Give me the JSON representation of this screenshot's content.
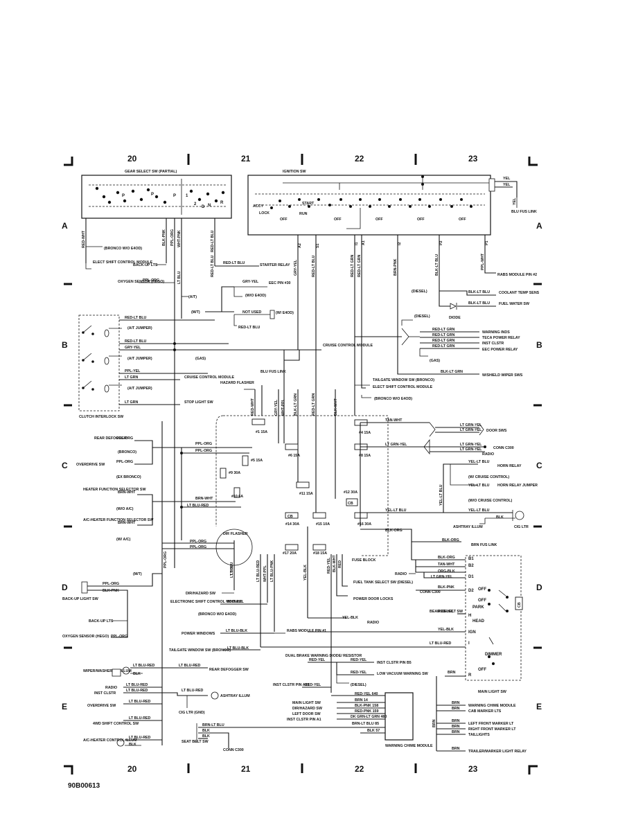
{
  "grid": {
    "columns_top": [
      "20",
      "21",
      "22",
      "23"
    ],
    "columns_bottom": [
      "20",
      "21",
      "22",
      "23"
    ],
    "rows_left": [
      "A",
      "B",
      "C",
      "D",
      "E"
    ],
    "rows_right": [
      "A",
      "B",
      "C",
      "D",
      "E"
    ]
  },
  "diagram_id": "90B00613",
  "gear_select": {
    "title": "GEAR SELECT SW (PARTIAL)",
    "positions": [
      "P",
      "P",
      "P",
      "1",
      "2",
      "D",
      "N",
      "R"
    ]
  },
  "ignition": {
    "title": "IGNITION SW",
    "positions": [
      "ACCY",
      "LOCK",
      "START",
      "OFF",
      "RUN",
      "OFF",
      "OFF",
      "OFF",
      "OFF"
    ],
    "pins": [
      "A2",
      "S1",
      "I1",
      "A1",
      "I2",
      "P2",
      "P1"
    ],
    "right_wires": [
      "YEL",
      "YEL",
      "YEL"
    ],
    "blu_fus_link": "BLU FUS LINK"
  },
  "left_labels": [
    "RED-WHT",
    "BLK-PNK",
    "PPL-ORG",
    "WHT-PNK",
    "RED-LT BLU",
    "(BRONCO W/O E4OD)",
    "ELECT SHIFT CONTROL MODULE",
    "BACK-UP LTS",
    "RED-LT BLU",
    "STARTER RELAY",
    "OXYGEN SENSOR (HEGO)",
    "PPL-ORG",
    "LT BLU",
    "(A/T)",
    "(M/T)",
    "GRY-YEL",
    "EEC PIN #30",
    "(W/O E4OD)",
    "NOT USED",
    "(W/ E4OD)",
    "RED-LT BLU"
  ],
  "clutch": {
    "title": "CLUTCH INTERLOCK SW",
    "labels": [
      "RED-LT BLU",
      "(A/T JUMPER)",
      "RED-LT BLU",
      "GRY-YEL",
      "(A/T JUMPER)",
      "(GAS)",
      "PPL-YEL",
      "LT GRN",
      "CRUISE CONTROL MODULE",
      "(A/T JUMPER)",
      "LT GRN",
      "STOP LIGHT SW"
    ]
  },
  "center_top": [
    "GRY-YEL",
    "RED-LT BLU",
    "RED-LT GRN",
    "RED-LT GRN",
    "BRN-PNK",
    "BLK-LT BLU",
    "PPL-WHT",
    "RABS MODULE PIN #2",
    "(DIESEL)",
    "BLK-LT BLU",
    "COOLANT TEMP SENS",
    "BLK-LT BLU",
    "FUEL WATER SW",
    "DIODE",
    "(DIESEL)",
    "RED-LT GRN",
    "WARNING INDS",
    "RED-LT GRN",
    "TECA POWER RELAY",
    "RED-LT GRN",
    "INST CLSTR",
    "RED-LT GRN",
    "EEC POWER RELAY",
    "(GAS)",
    "BLK-LT GRN",
    "W/SHIELD WIPER SWS",
    "CRUISE CONTROL MODULE",
    "BLU FUS LINK",
    "HAZARD FLASHER",
    "TAILGATE WINDOW SW (BRONCO)",
    "ELECT SHIFT CONTROL MODULE",
    "(BRONCO W/O E4OD)"
  ],
  "fuse_block": {
    "title": "FUSE BLOCK",
    "fuses": [
      "#1 15A",
      "#4 15A",
      "#6 15A",
      "#8 15A",
      "#5 15A",
      "#9 30A",
      "#10 6A",
      "#11 15A",
      "#12 30A",
      "#14 30A",
      "#15 10A",
      "#16 30A",
      "#17 20A",
      "#18 15A"
    ],
    "cb": [
      "CB",
      "CB",
      "CB"
    ],
    "wires": [
      "RED-WHT",
      "GRY-YEL",
      "WHT-PPL",
      "BLK-LT GRN",
      "RED-LT GRN",
      "BLK-WHT",
      "TAN-WHT",
      "LT GRN-YEL",
      "YEL-LT BLU",
      "BLK-ORG",
      "LT BLU",
      "LT BLU-RED",
      "WHT-PPL",
      "LT BLU-PNK",
      "YEL-BLK",
      "RED-YEL",
      "BLK-WHT",
      "RED"
    ]
  },
  "right_side": [
    "LT GRN-YEL",
    "LT GRN-YEL",
    "DOOR SWS",
    "LT GRN-YEL",
    "CONN C300",
    "LT GRN-YEL",
    "RADIO",
    "YEL-LT BLU",
    "HORN RELAY",
    "(W/ CRUISE CONTROL)",
    "YEL-LT BLU",
    "HORN RELAY JUMPER",
    "(W/O CRUISE CONTROL)",
    "YEL-LT BLU",
    "YEL-LT BLU",
    "BLK",
    "CIG LTR",
    "ASHTRAY ILLUM",
    "BLK-ORG",
    "BLK-ORG",
    "BRN FUS LINK"
  ],
  "left_middle": [
    "REAR DEFOGGER",
    "PPL-ORG",
    "(BRONCO)",
    "OVERDRIVE SW",
    "PPL-ORG",
    "(EX BRONCO)",
    "HEATER FUNCTION SELECTOR SW",
    "BRN-WHT",
    "(W/O A/C)",
    "A/C-HEATER FUNCTION SELECTOR SW",
    "BRN-WHT",
    "(W/ A/C)",
    "PPL-ORG",
    "PPL-ORG",
    "BRN-WHT",
    "LT BLU-RED",
    "PPL-ORG",
    "PPL-ORG",
    "PPL-ORG",
    "DIR FLASHER",
    "DIR/HAZARD SW",
    "LT BLU"
  ],
  "lower_left": [
    "(M/T)",
    "PPL-ORG",
    "BLK-PNK",
    "BACK-UP LIGHT SW",
    "BACK-UP LTS",
    "OXYGEN SENSOR (HEGO)",
    "PPL-ORG",
    "ELECTRONIC SHIFT CONTROL MODULE",
    "WHT-PPL",
    "(BRONCO W/O E4OD)",
    "POWER WINDOWS",
    "LT BLU-BLK",
    "RABS MODULE PIN #1",
    "TAILGATE WINDOW SW (BRONCO)",
    "LT BLU-BLK",
    "FUEL TANK SELECT SW (DIESEL)",
    "POWER DOOR LOCKS",
    "YEL-BLK",
    "RADIO"
  ],
  "headlamp": {
    "title": "MAIN LIGHT SW",
    "labels": [
      "B1",
      "B2",
      "D1",
      "D2",
      "OFF",
      "OFF",
      "PARK",
      "H",
      "HEAD",
      "IGN",
      "I",
      "DIMMER",
      "OFF",
      "R",
      "BLK-ORG",
      "TAN-WHT",
      "ORG-BLK",
      "LT GRN-YEL",
      "BLK-PNK",
      "RED-YEL",
      "YEL-BLK",
      "LT BLU-RED",
      "BRN",
      "CONN C300",
      "RADIO",
      "BEAM SELECT SW",
      "CB"
    ]
  },
  "bottom": [
    "DUAL BRAKE WARNING DIODE/ RESISTOR",
    "RED-YEL",
    "RED-YEL",
    "INST CLSTR PIN B5",
    "RED-YEL",
    "LOW VACUUM WARNING SW",
    "(DIESEL)",
    "INST CLSTR PIN A13",
    "RED-YEL",
    "WIPER/WASHER SW ILLUM",
    "LT BLU-RED",
    "BLK",
    "LT BLU-RED",
    "REAR DEFOGGER SW",
    "RADIO",
    "LT BLU-RED",
    "INST CLSTR",
    "LT BLU-RED",
    "OVERDRIVE SW",
    "LT BLU-RED",
    "LT BLU-RED",
    "ASHTRAY ILLUM",
    "CIG LTR (GND)",
    "4WD SHIFT CONTROL SW",
    "LT BLU-RED",
    "BRN-LT BLU",
    "BLK",
    "BLK",
    "A/C-HEATER CONTROL ILLUM",
    "LT BLU-RED",
    "BLK",
    "SEAT BELT SW",
    "CONN C300"
  ],
  "chime": {
    "title": "WARNING CHIME MODULE",
    "rows": [
      {
        "label": "",
        "wire": "RED-YEL 640"
      },
      {
        "label": "MAIN LIGHT SW",
        "wire": "BRN 14"
      },
      {
        "label": "DIR/HAZARD SW",
        "wire": "BLK-PNK 158"
      },
      {
        "label": "LEFT DOOR SW",
        "wire": "RED-PNK 159"
      },
      {
        "label": "INST CLSTR PIN A1",
        "wire": "DK GRN-LT GRN 480"
      },
      {
        "label": "",
        "wire": "BRN-LT BLU 85"
      },
      {
        "label": "",
        "wire": "BLK 57"
      }
    ]
  },
  "brn_loads": [
    {
      "wire": "BRN",
      "load": "WARNING CHIME MODULE"
    },
    {
      "wire": "BRN",
      "load": "CAB MARKER LTS"
    },
    {
      "wire": "BRN",
      "load": "LEFT FRONT MARKER LT"
    },
    {
      "wire": "BRN",
      "load": "RIGHT FRONT MARKER LT"
    },
    {
      "wire": "BRN",
      "load": "TAILLIGHTS"
    },
    {
      "wire": "BRN",
      "load": "TRAILER/MARKER LIGHT RELAY"
    }
  ],
  "brn_vertical": "BRN"
}
